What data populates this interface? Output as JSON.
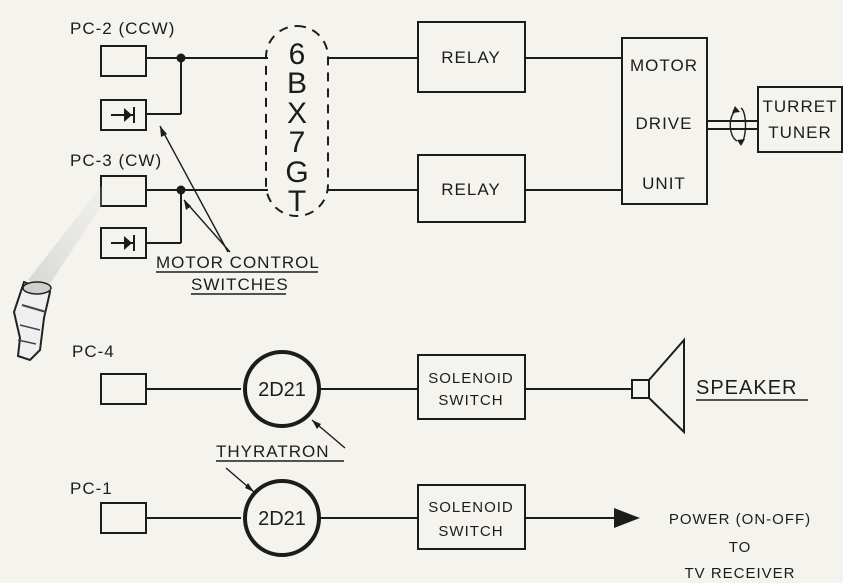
{
  "photocells": {
    "pc2": "PC-2 (CCW)",
    "pc3": "PC-3 (CW)",
    "pc4": "PC-4",
    "pc1": "PC-1"
  },
  "tube": {
    "chars": [
      "6",
      "B",
      "X",
      "7",
      "G",
      "T"
    ]
  },
  "relays": {
    "top": "RELAY",
    "bottom": "RELAY"
  },
  "motor_drive": {
    "line1": "MOTOR",
    "line2": "DRIVE",
    "line3": "UNIT"
  },
  "turret": {
    "line1": "TURRET",
    "line2": "TUNER"
  },
  "motor_switches": {
    "line1": "MOTOR CONTROL",
    "line2": "SWITCHES"
  },
  "thyratron": {
    "label": "THYRATRON",
    "tube_upper": "2D21",
    "tube_lower": "2D21"
  },
  "solenoid_upper": {
    "line1": "SOLENOID",
    "line2": "SWITCH"
  },
  "solenoid_lower": {
    "line1": "SOLENOID",
    "line2": "SWITCH"
  },
  "speaker": "SPEAKER",
  "power": {
    "line1": "POWER (ON-OFF)",
    "line2": "TO",
    "line3": "TV RECEIVER"
  }
}
